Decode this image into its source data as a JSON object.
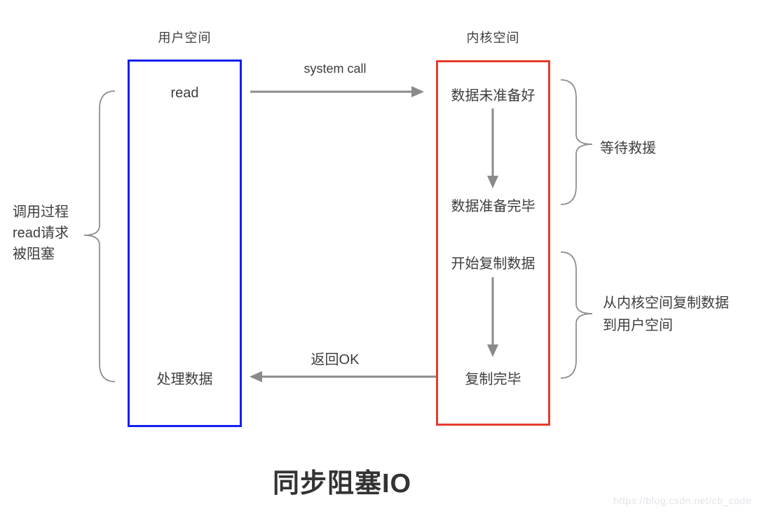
{
  "diagram": {
    "title": "同步阻塞IO",
    "watermark": "https://blog.csdn.net/cb_code",
    "user_space": {
      "label": "用户空间",
      "nodes": {
        "read": "read",
        "process_data": "处理数据"
      }
    },
    "kernel_space": {
      "label": "内核空间",
      "nodes": {
        "data_not_ready": "数据未准备好",
        "data_ready": "数据准备完毕",
        "start_copy": "开始复制数据",
        "copy_done": "复制完毕"
      }
    },
    "arrows": {
      "system_call_label": "system call",
      "return_ok_label": "返回OK"
    },
    "annotations": {
      "blocked_lines": [
        "调用过程",
        "read请求",
        "被阻塞"
      ],
      "waiting": "等待救援",
      "copy_lines": [
        "从内核空间复制数据",
        "到用户空间"
      ]
    },
    "colors": {
      "user_box_border": "#1420f0",
      "kernel_box_border": "#e73b2c",
      "arrow": "#8a8a8a",
      "brace": "#8f8f8f"
    }
  }
}
